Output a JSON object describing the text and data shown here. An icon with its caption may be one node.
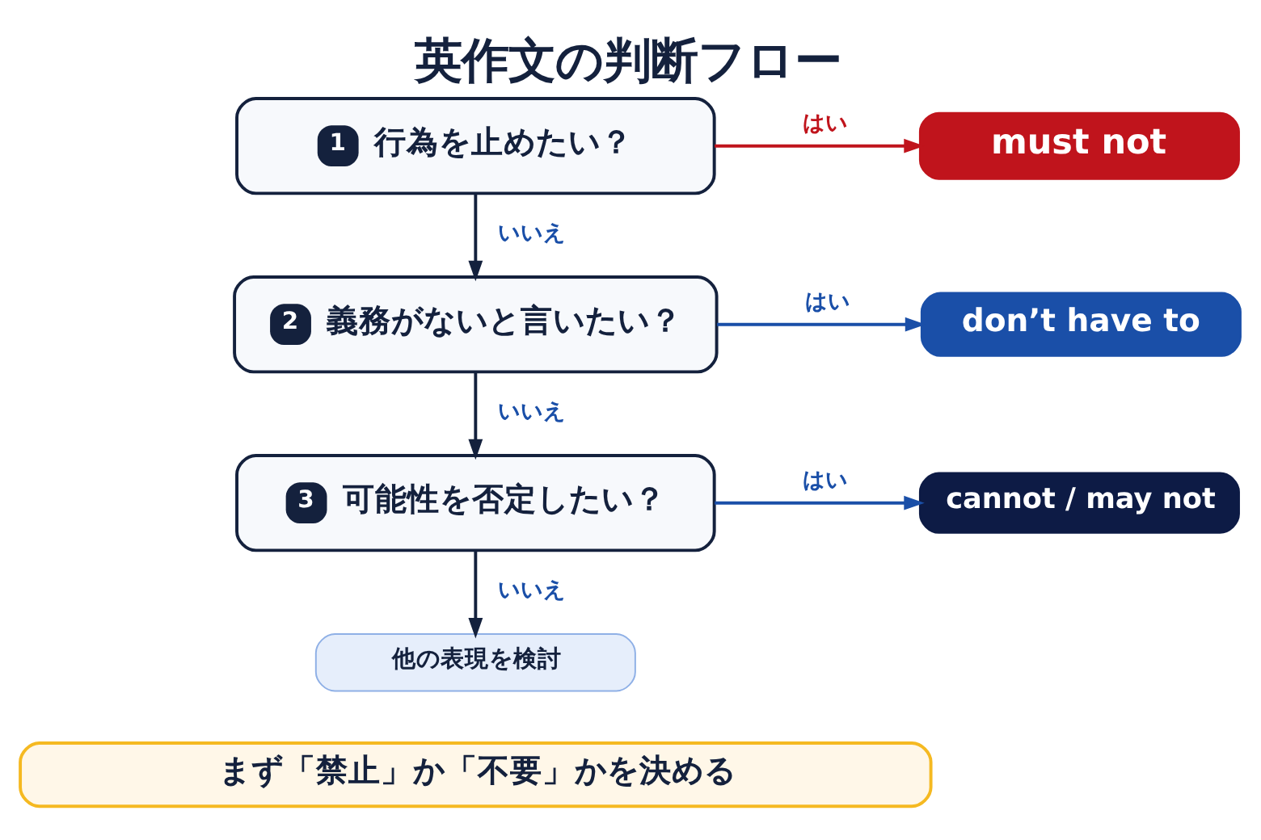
{
  "diagram": {
    "title": "英作文の判断フロー",
    "nodes": [
      {
        "text": [
          "1",
          "行為を止めたい？"
        ]
      },
      {
        "text": [
          "must not"
        ]
      },
      {
        "text": [
          "2",
          "義務がないと言いたい？"
        ]
      },
      {
        "text": [
          "don’t have to"
        ]
      },
      {
        "text": [
          "3",
          "可能性を否定したい？"
        ]
      },
      {
        "text": [
          "cannot / may not"
        ]
      },
      {
        "text": [
          "他の表現を検討"
        ]
      },
      {
        "text": [
          "まず「禁止」か「不要」かを決める"
        ]
      }
    ],
    "edges": [
      {
        "from": 0,
        "to": 1,
        "arrow": "to",
        "label": "はい",
        "color": "#c0141c"
      },
      {
        "from": 0,
        "to": 2,
        "arrow": "to",
        "label": "いいえ"
      },
      {
        "from": 2,
        "to": 3,
        "arrow": "to",
        "label": "はい",
        "color": "#1a4fa8"
      },
      {
        "from": 2,
        "to": 4,
        "arrow": "to",
        "label": "いいえ"
      },
      {
        "from": 4,
        "to": 5,
        "arrow": "to",
        "label": "はい",
        "color": "#1a4fa8"
      },
      {
        "from": 4,
        "to": 6,
        "arrow": "to",
        "label": "いいえ"
      }
    ]
  }
}
